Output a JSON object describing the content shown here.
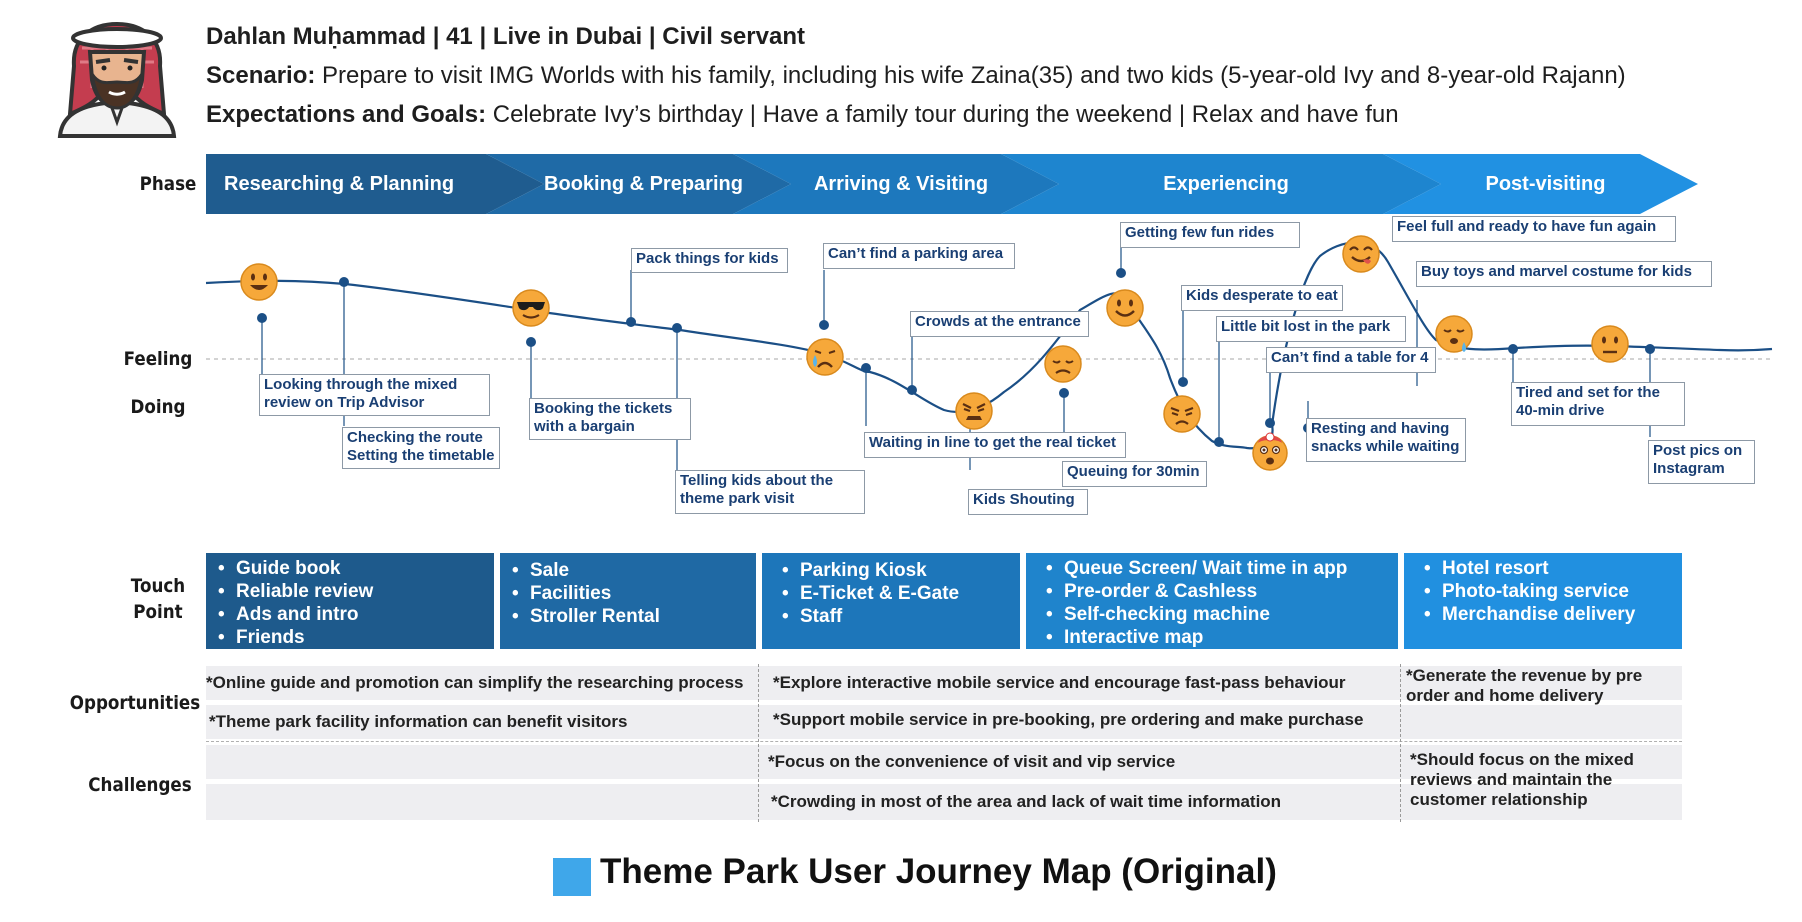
{
  "persona": {
    "name_line": "Dahlan Muḥammad | 41 | Live in Dubai | Civil servant",
    "scenario_label": "Scenario:",
    "scenario_text": " Prepare to visit IMG Worlds with his family, including his wife Zaina(35) and two kids (5-year-old Ivy and 8-year-old Rajann)",
    "goals_label": "Expectations and Goals:",
    "goals_text": " Celebrate Ivy’s birthday | Have a family tour during the weekend | Relax and have fun"
  },
  "row_labels": {
    "phase": "Phase",
    "feeling": "Feeling",
    "doing": "Doing",
    "touch_point_1": "Touch",
    "touch_point_2": "Point",
    "opportunities": "Opportunities",
    "challenges": "Challenges"
  },
  "phases": [
    "Researching & Planning",
    "Booking & Preparing",
    "Arriving & Visiting",
    "Experiencing",
    "Post-visiting"
  ],
  "callouts": [
    "Looking through the mixed\nreview on Trip Advisor",
    "Checking the route\nSetting the timetable",
    "Booking the tickets\nwith a bargain",
    "Pack things for kids",
    "Telling kids about the\ntheme park visit",
    "Can’t find a parking area",
    "Crowds at the entrance",
    "Waiting in line to get the real ticket",
    "Kids Shouting",
    "Queuing for 30min",
    "Getting few fun rides",
    "Kids desperate to eat",
    "Little bit lost in the park",
    "Can’t find a table for 4",
    "Resting and having\nsnacks while waiting",
    "Feel full and ready to have fun again",
    "Buy toys and marvel costume for kids",
    "Tired and set for the\n40-min drive",
    "Post pics on\nInstagram"
  ],
  "touch_points": [
    [
      "Guide book",
      "Reliable review",
      "Ads and intro",
      "Friends"
    ],
    [
      "Sale",
      "Facilities",
      "Stroller Rental"
    ],
    [
      "Parking Kiosk",
      "E-Ticket & E-Gate",
      "Staff"
    ],
    [
      "Queue Screen/ Wait time in app",
      "Pre-order & Cashless",
      "Self-checking machine",
      "Interactive map"
    ],
    [
      "Hotel resort",
      "Photo-taking service",
      "Merchandise delivery"
    ]
  ],
  "opportunities": [
    "*Online guide and promotion can simplify the researching process",
    "*Theme park facility information can benefit visitors",
    "*Explore interactive mobile service and encourage fast-pass behaviour",
    "*Support mobile service in pre-booking, pre ordering and make purchase",
    "*Generate the revenue by pre\norder and home delivery"
  ],
  "challenges": [
    "*Focus on the convenience of visit and vip service",
    "*Crowding in most of the area and lack of wait time information",
    "*Should focus on the mixed\nreviews and maintain the\ncustomer relationship"
  ],
  "footer_title": "Theme Park User Journey Map (Original)",
  "colors": {
    "phase_1": "#1f5c8f",
    "phase_2": "#1f6aa6",
    "phase_3": "#1d78bd",
    "phase_4": "#1e85cf",
    "phase_5": "#2191e2",
    "curve": "#1b4f86",
    "legend": "#3fa7ea",
    "emoji_face": "#f5a623"
  },
  "emotions": [
    "happy",
    "cool",
    "crying",
    "angry",
    "sad",
    "smiling",
    "angry",
    "shocked",
    "yummy",
    "sick",
    "neutral"
  ]
}
